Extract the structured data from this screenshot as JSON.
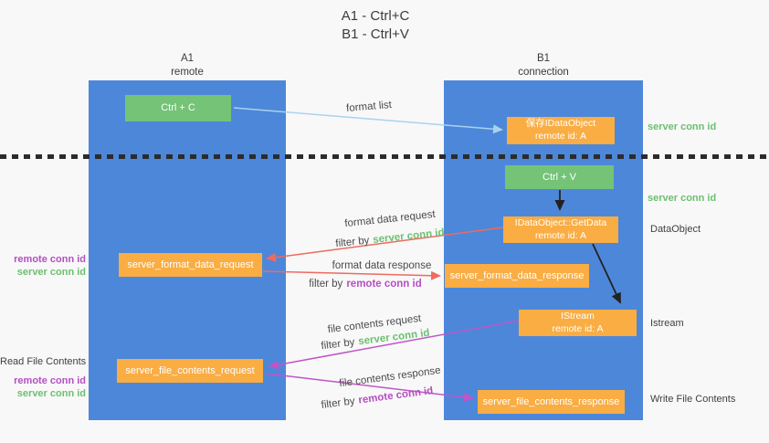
{
  "title": {
    "line1": "A1 - Ctrl+C",
    "line2": "B1 - Ctrl+V"
  },
  "lanes": {
    "a": {
      "name": "A1",
      "subtitle": "remote"
    },
    "b": {
      "name": "B1",
      "subtitle": "connection"
    }
  },
  "nodes": {
    "ctrl_c": {
      "label": "Ctrl + C"
    },
    "ctrl_v": {
      "label": "Ctrl + V"
    },
    "save_idataobject": {
      "line1": "保存IDataObject",
      "line2": "remote id: A"
    },
    "getdata": {
      "line1": "IDataObject::GetData",
      "line2": "remote id: A"
    },
    "istream": {
      "line1": "IStream",
      "line2": "remote id: A"
    },
    "format_request": {
      "label": "server_format_data_request"
    },
    "format_response": {
      "label": "server_format_data_response"
    },
    "file_request": {
      "label": "server_file_contents_request"
    },
    "file_response": {
      "label": "server_file_contents_response"
    }
  },
  "flow_labels": {
    "format_list": "format list",
    "format_data_request": "format data request",
    "format_data_response": "format data response",
    "file_contents_request": "file contents request",
    "file_contents_response": "file contents response",
    "filter_by": "filter by",
    "server_conn_id": "server conn id",
    "remote_conn_id": "remote conn id"
  },
  "side_labels": {
    "server_conn_id_save": "server conn id",
    "server_conn_id_paste": "server conn id",
    "dataobject": "DataObject",
    "istream": "Istream",
    "write_file_contents": "Write File Contents",
    "read_file_contents": "Read File Contents",
    "remote_conn_id_format": "remote conn id",
    "server_conn_id_format": "server conn id",
    "remote_conn_id_file": "remote conn id",
    "server_conn_id_file": "server conn id"
  },
  "colors": {
    "lane_blue": "#4d87d9",
    "node_green": "#74c377",
    "node_orange": "#f9ad43",
    "arrow_light_blue": "#a9d2ee",
    "arrow_red": "#ee6a60",
    "arrow_purple": "#c155c8",
    "arrow_black": "#222222",
    "text_green": "#6cbf70",
    "text_purple": "#b44fc2"
  }
}
